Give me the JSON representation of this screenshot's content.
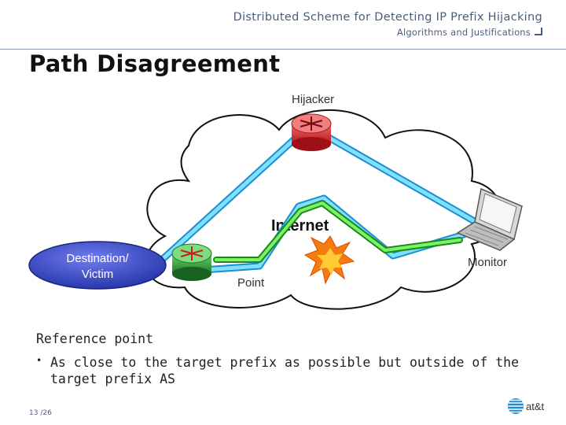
{
  "header": {
    "title": "Distributed Scheme for Detecting IP Prefix Hijacking",
    "subtitle": "Algorithms and Justifications"
  },
  "slide": {
    "title": "Path Disagreement",
    "section_label": "Reference point",
    "bullet": "As close to the target prefix as possible but outside of the target prefix AS",
    "page_number": "13",
    "page_total": "/26"
  },
  "diagram": {
    "hijacker_label": "Hijacker",
    "internet_label": "Internet",
    "destination_label_line1": "Destination/",
    "destination_label_line2": "Victim",
    "point_label": "Point",
    "monitor_label": "Monitor"
  },
  "logo": {
    "text": "at&t"
  },
  "colors": {
    "header_text": "#4a5d7a",
    "path_blue": "#2fc3f0",
    "path_green": "#39d42c",
    "router_red": "#d9252b",
    "router_green": "#2e9b3a",
    "destination_blue": "#2f3fc0"
  }
}
